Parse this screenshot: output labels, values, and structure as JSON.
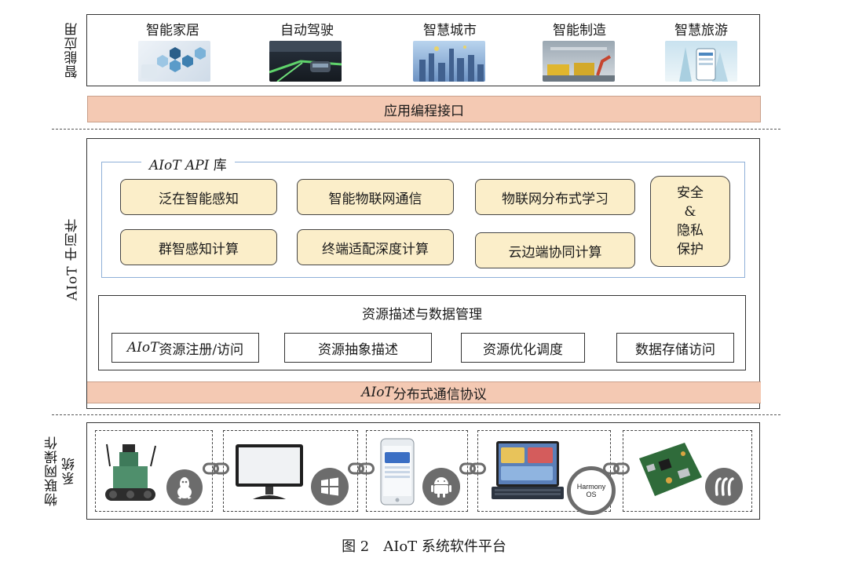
{
  "layers": {
    "top_label": "智能应用",
    "middle_label": "AIoT 中间件",
    "bottom_label": "物联网操作系统"
  },
  "apps": [
    {
      "label": "智能家居",
      "icon": "smart-home-image"
    },
    {
      "label": "自动驾驶",
      "icon": "autonomous-driving-image"
    },
    {
      "label": "智慧城市",
      "icon": "smart-city-image"
    },
    {
      "label": "智能制造",
      "icon": "smart-manufacturing-image"
    },
    {
      "label": "智慧旅游",
      "icon": "smart-tourism-image"
    }
  ],
  "api_band": "应用编程接口",
  "api_lib": {
    "title_italic": "AIoT API",
    "title_rest": " 库",
    "row1": [
      "泛在智能感知",
      "智能物联网通信",
      "物联网分布式学习"
    ],
    "row2": [
      "群智感知计算",
      "终端适配深度计算",
      "云边端协同计算"
    ],
    "security": [
      "安全",
      "&",
      "隐私",
      "保护"
    ]
  },
  "resource": {
    "title": "资源描述与数据管理",
    "item0_italic": "AIoT",
    "item0_rest": " 资源注册/访问",
    "items": [
      "资源抽象描述",
      "资源优化调度",
      "数据存储访问"
    ]
  },
  "protocol_band": {
    "italic": "AIoT",
    "rest": " 分布式通信协议"
  },
  "devices": [
    {
      "device": "robot-car-image",
      "os": "linux-icon"
    },
    {
      "device": "monitor-image",
      "os": "windows-icon"
    },
    {
      "device": "smartphone-image",
      "os": "android-icon"
    },
    {
      "device": "tablet-image",
      "os": "harmony-os-icon",
      "os_text": [
        "Harmony",
        "OS"
      ]
    },
    {
      "device": "circuit-board-image",
      "os": "rtos-icon"
    }
  ],
  "caption": "图 2　AIoT 系统软件平台",
  "colors": {
    "band_fill": "#f4c9b3",
    "pill_fill": "#fbeec9",
    "api_border": "#8fb0d8",
    "os_icon": "#6c6c6c"
  }
}
